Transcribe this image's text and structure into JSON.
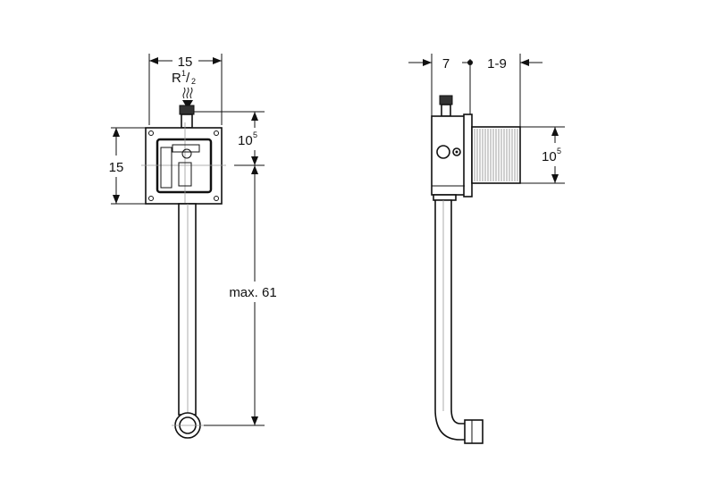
{
  "front_view": {
    "width_dim": "15",
    "thread_label": "R",
    "thread_sup": "1",
    "thread_slash": "/",
    "thread_sub": "2",
    "height_dim": "15",
    "offset_dim": "10",
    "offset_dim_sup": "5",
    "pipe_length_dim": "max. 61"
  },
  "side_view": {
    "depth_dim": "7",
    "adjust_range_dim": "1-9",
    "offset_dim": "10",
    "offset_dim_sup": "5"
  }
}
